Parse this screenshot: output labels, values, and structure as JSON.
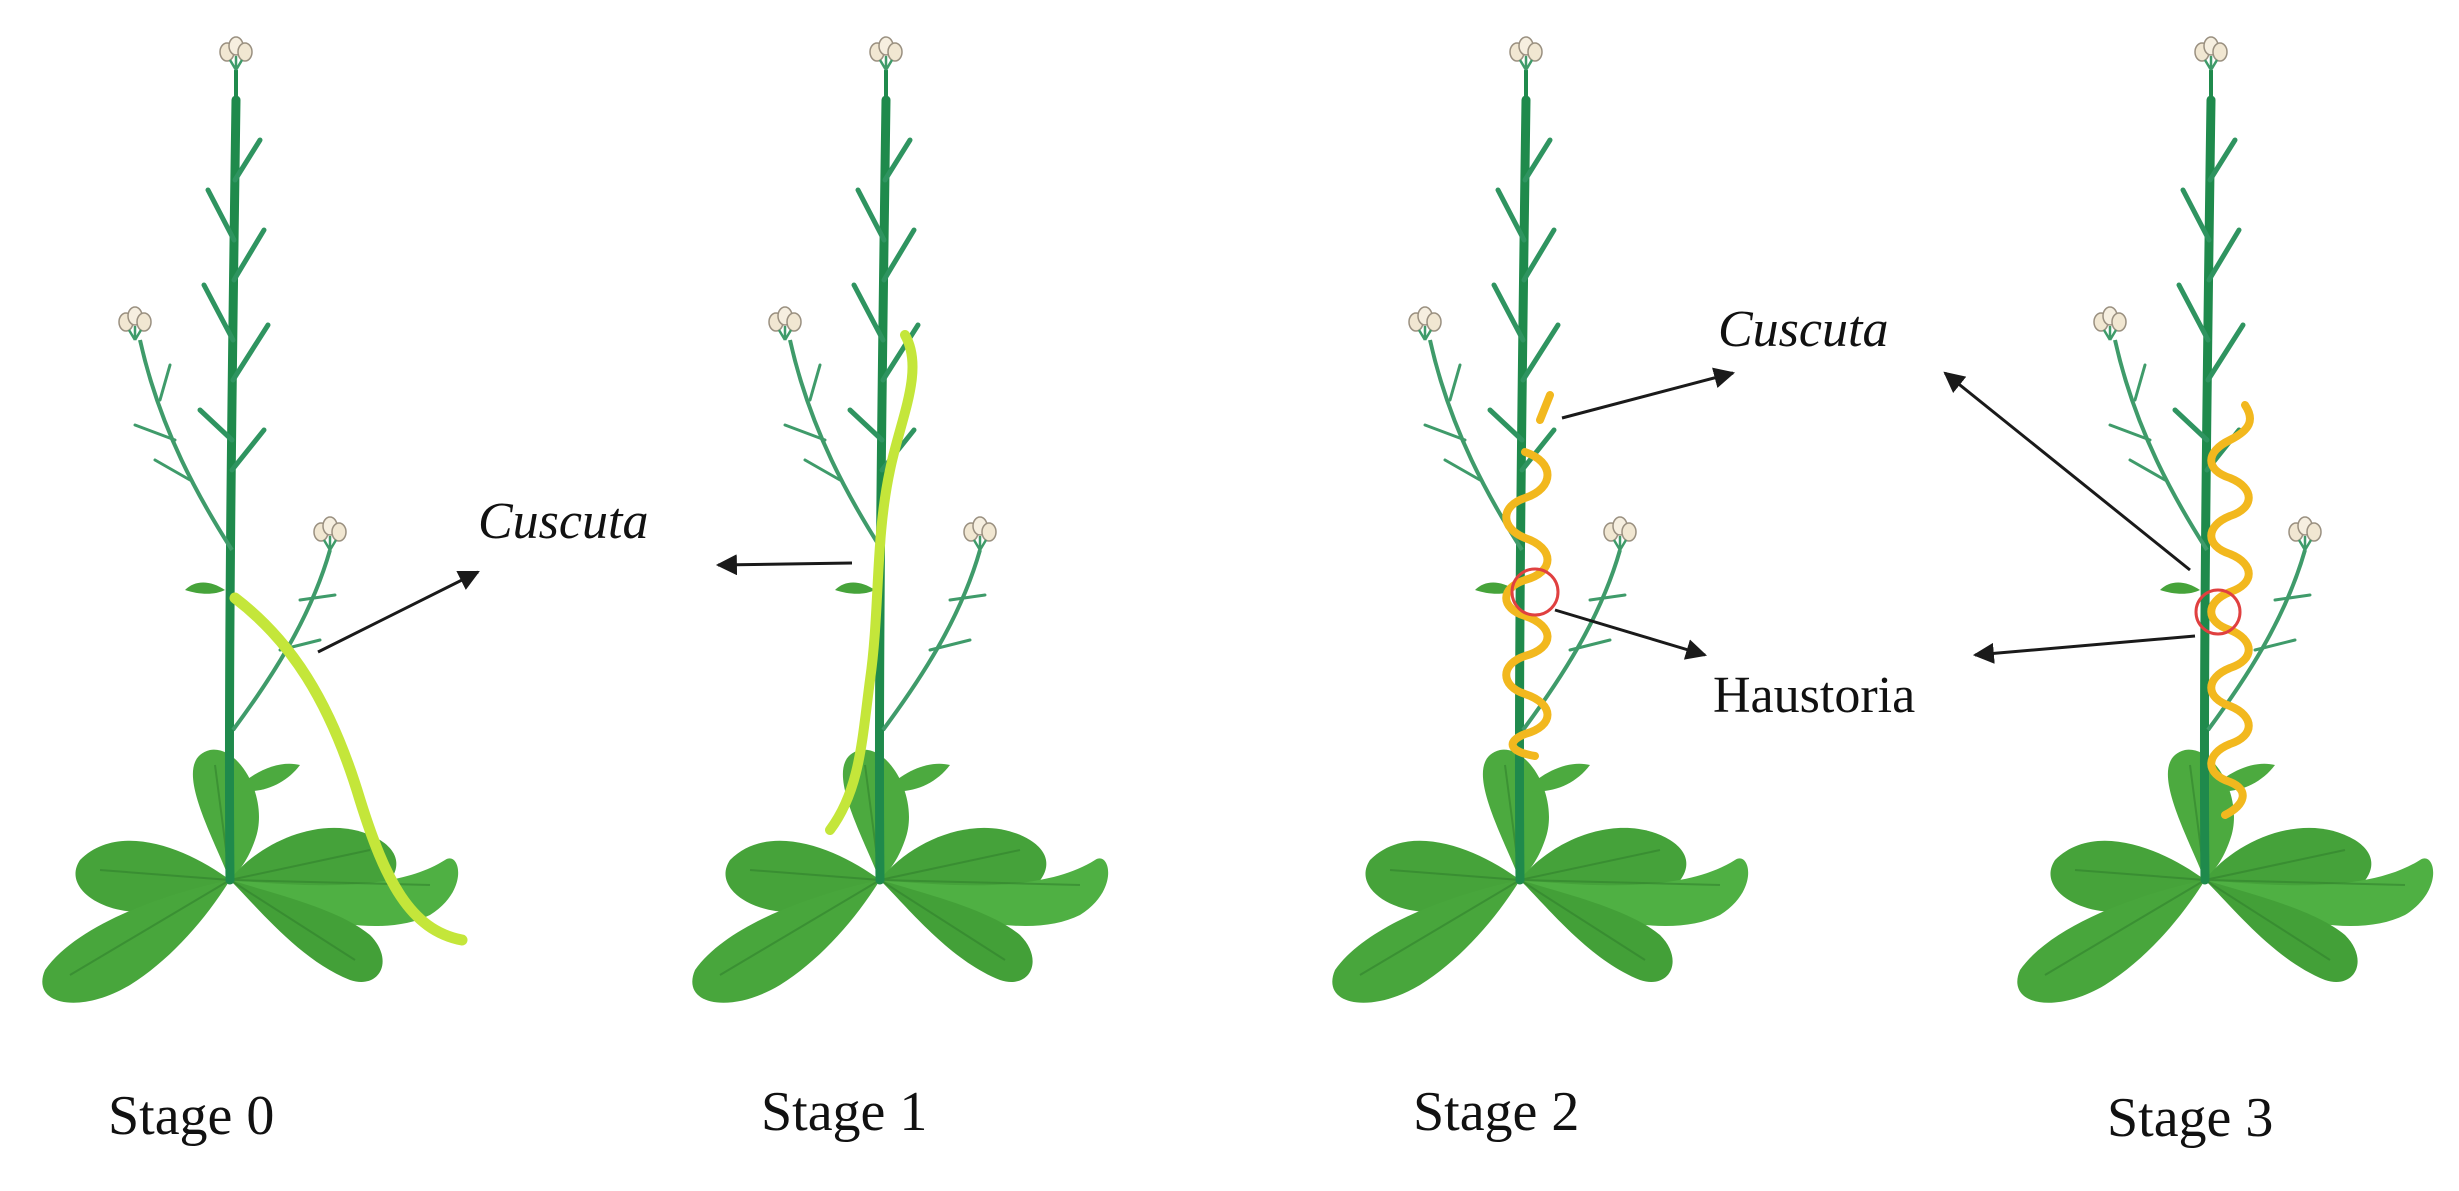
{
  "colors": {
    "leaf": "#46a33a",
    "leaf_vein": "#2f7d2c",
    "stem": "#1f8a4c",
    "branch": "#3f9b6a",
    "flower": "#f1e7d2",
    "cuscuta_young": "#c4e63a",
    "cuscuta_mature": "#f2b81e",
    "haustoria_marker": "#e04040",
    "arrow": "#1a1a1a"
  },
  "stage_labels": [
    "Stage 0",
    "Stage 1",
    "Stage 2",
    "Stage 3"
  ],
  "callouts": {
    "cuscuta_left": "Cuscuta",
    "cuscuta_right": "Cuscuta",
    "haustoria": "Haustoria"
  }
}
